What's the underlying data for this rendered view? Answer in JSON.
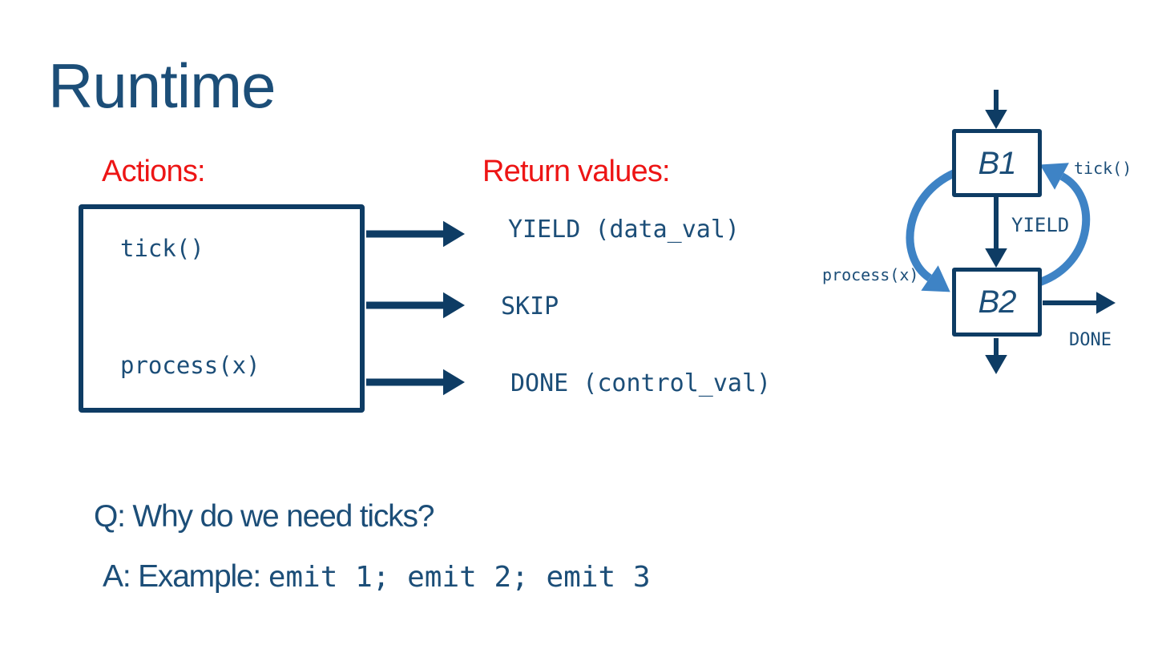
{
  "title": "Runtime",
  "colors": {
    "navy": "#0E3C64",
    "navy_text": "#1C4E78",
    "blue": "#3E83C5",
    "red": "#ED1515",
    "background": "#FFFFFF"
  },
  "actions": {
    "label": "Actions:",
    "items": [
      "tick()",
      "process(x)"
    ]
  },
  "return_values": {
    "label": "Return values:",
    "items": [
      "YIELD (data_val)",
      "SKIP",
      "DONE (control_val)"
    ]
  },
  "diagram": {
    "nodes": [
      {
        "label": "B1"
      },
      {
        "label": "B2"
      }
    ],
    "edge_labels": {
      "tick": "tick()",
      "yield": "YIELD",
      "process": "process(x)",
      "done": "DONE"
    }
  },
  "qa": {
    "question": "Q: Why do we need ticks?",
    "answer_prefix": "A: Example: ",
    "answer_code": "emit 1; emit 2; emit 3"
  }
}
